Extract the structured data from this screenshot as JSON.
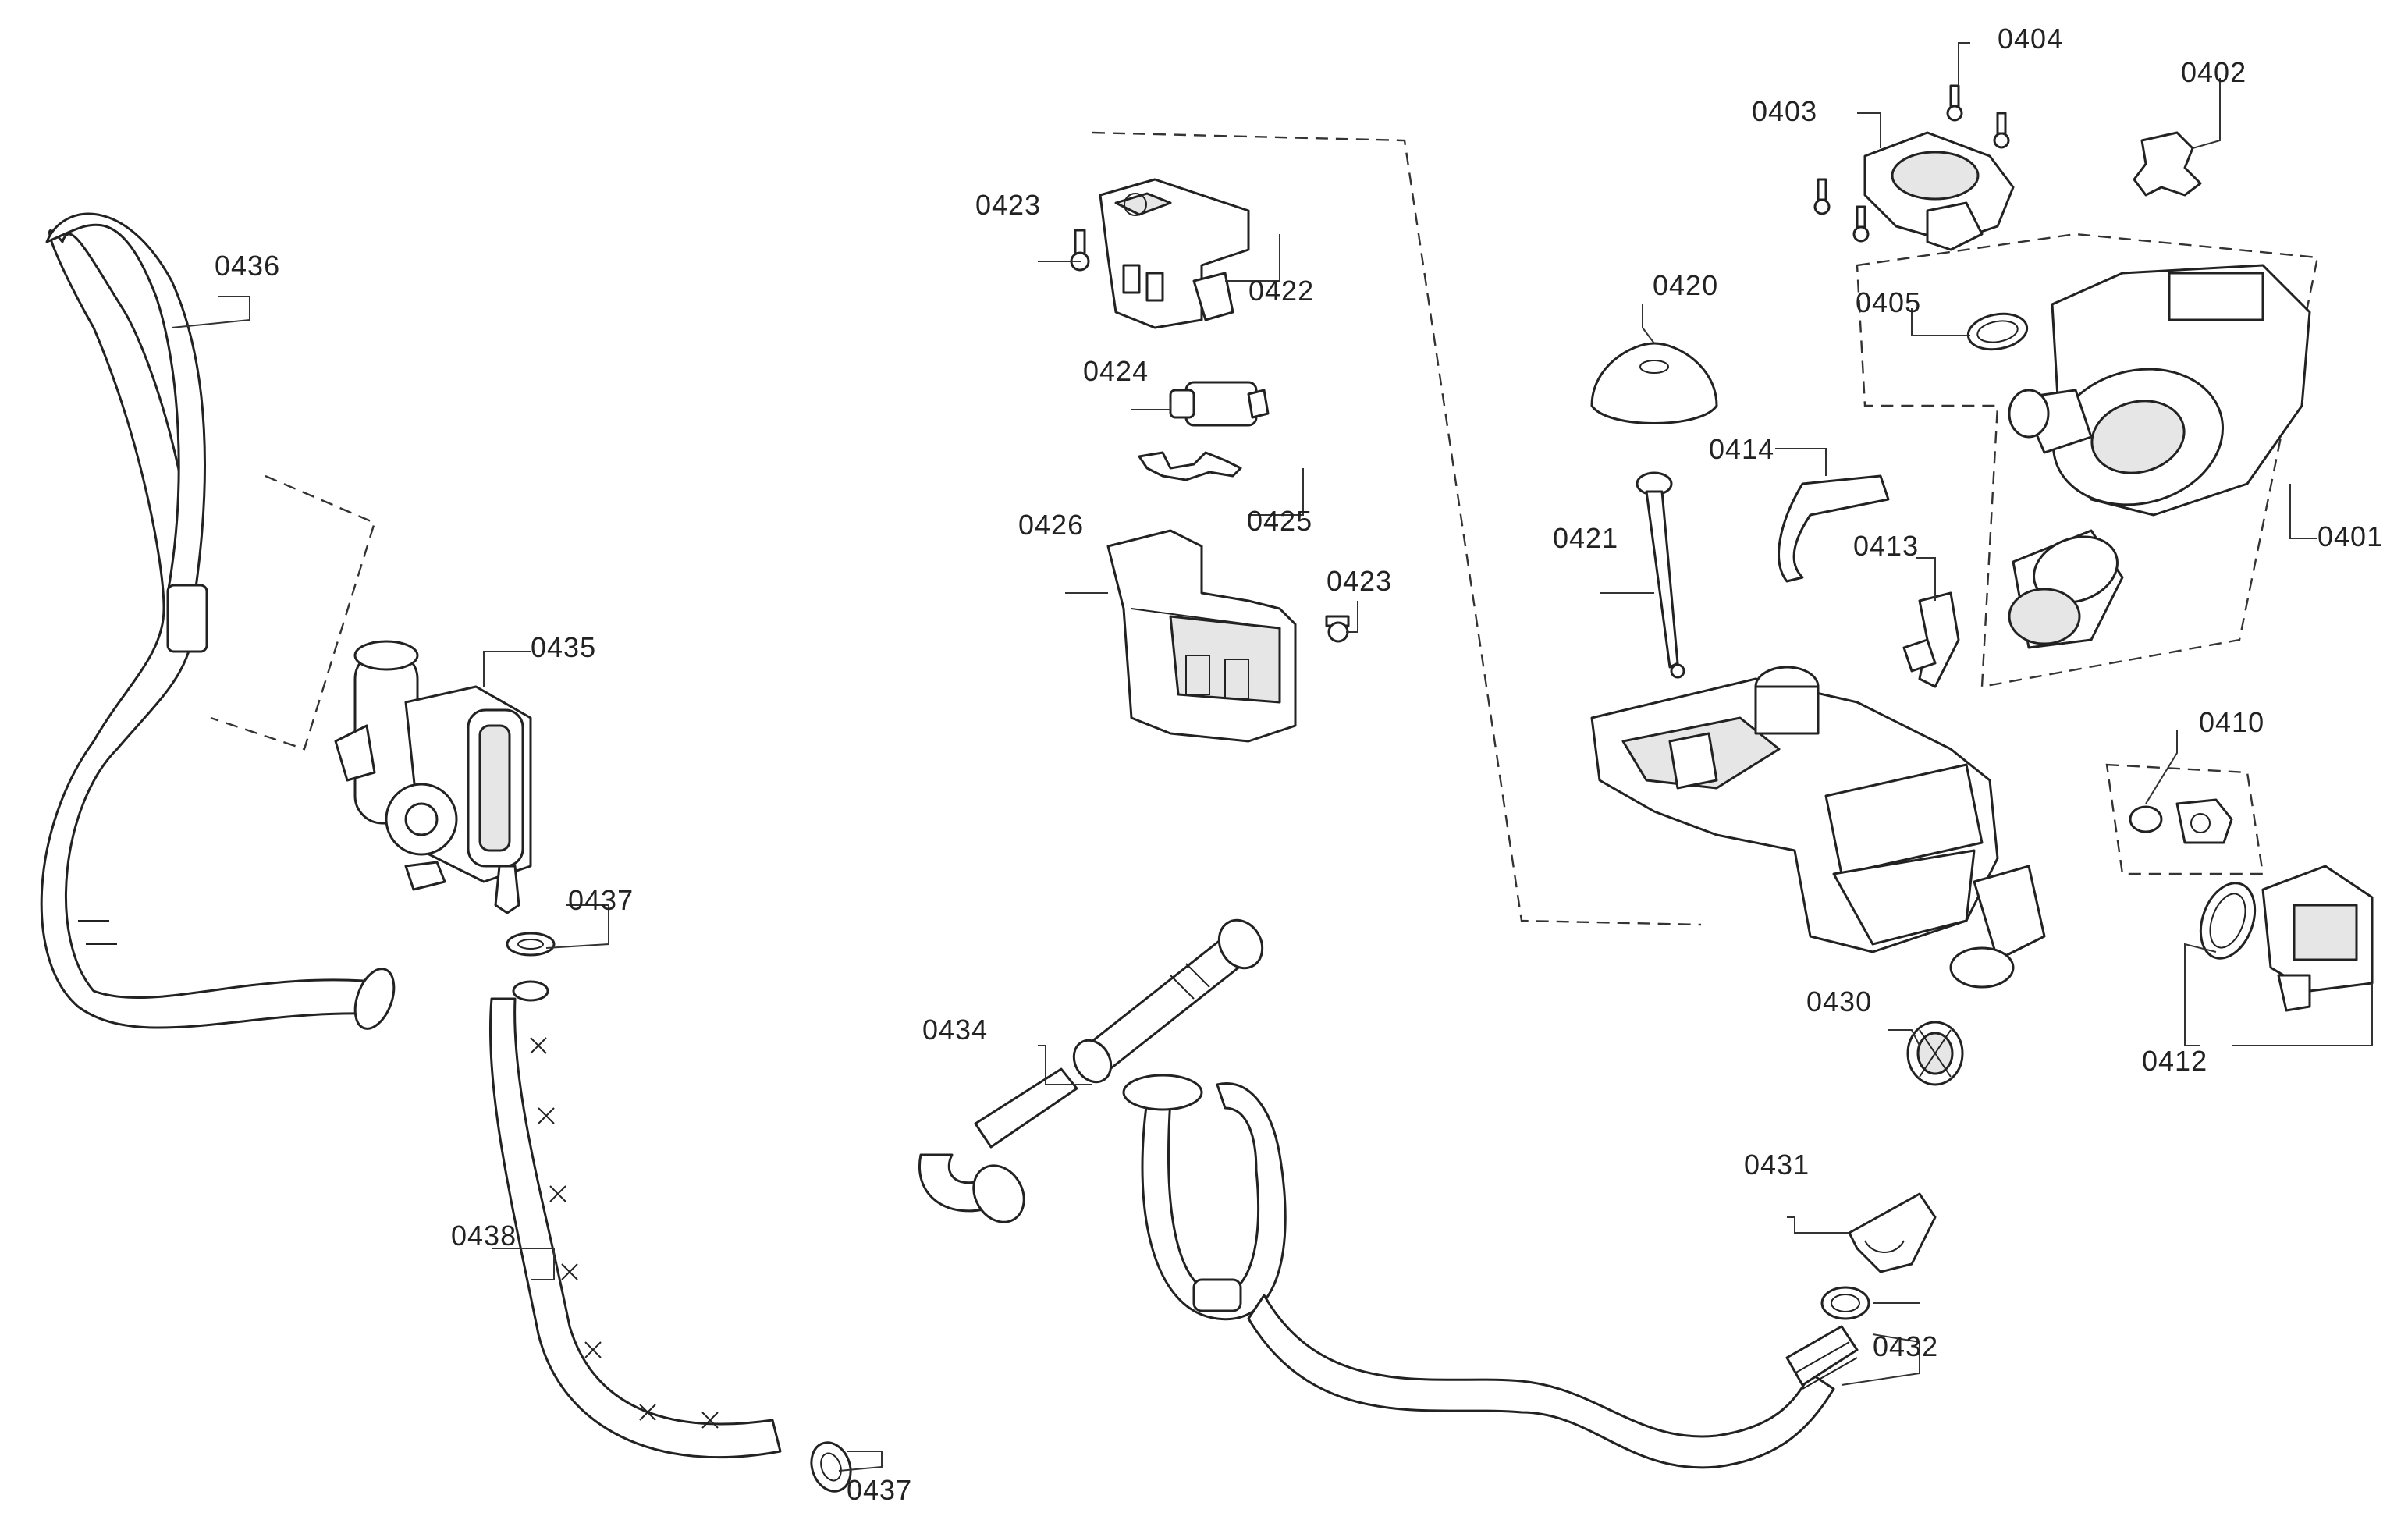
{
  "diagram": {
    "part_labels": [
      "0401",
      "0402",
      "0403",
      "0404",
      "0405",
      "0410",
      "0412",
      "0413",
      "0414",
      "0420",
      "0421",
      "0422",
      "0423",
      "0423",
      "0424",
      "0425",
      "0426",
      "0430",
      "0431",
      "0432",
      "0434",
      "0435",
      "0436",
      "0437",
      "0437",
      "0438"
    ]
  }
}
